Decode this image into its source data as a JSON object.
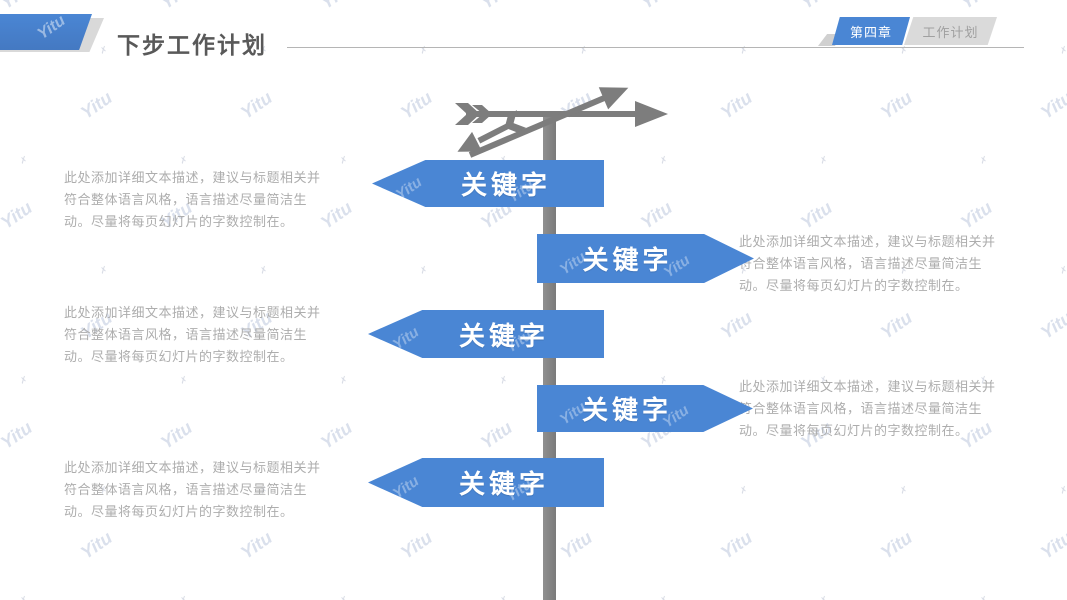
{
  "watermark": {
    "text": "Yitu"
  },
  "header": {
    "title": "下步工作计划",
    "tabs": [
      {
        "label": "第四章",
        "active": true
      },
      {
        "label": "工作计划",
        "active": false
      }
    ]
  },
  "signpost": {
    "signs": [
      {
        "label": "关键字",
        "direction": "left"
      },
      {
        "label": "关键字",
        "direction": "right"
      },
      {
        "label": "关键字",
        "direction": "left"
      },
      {
        "label": "关键字",
        "direction": "right"
      },
      {
        "label": "关键字",
        "direction": "left"
      }
    ]
  },
  "paragraphs": {
    "left": [
      "此处添加详细文本描述，建议与标题相关并符合整体语言风格，语言描述尽量简洁生动。尽量将每页幻灯片的字数控制在。",
      "此处添加详细文本描述，建议与标题相关并符合整体语言风格，语言描述尽量简洁生动。尽量将每页幻灯片的字数控制在。",
      "此处添加详细文本描述，建议与标题相关并符合整体语言风格，语言描述尽量简洁生动。尽量将每页幻灯片的字数控制在。"
    ],
    "right": [
      "此处添加详细文本描述，建议与标题相关并符合整体语言风格，语言描述尽量简洁生动。尽量将每页幻灯片的字数控制在。",
      "此处添加详细文本描述，建议与标题相关并符合整体语言风格，语言描述尽量简洁生动。尽量将每页幻灯片的字数控制在。"
    ]
  },
  "colors": {
    "accent_blue": "#4a86d4",
    "pole_gray": "#828282",
    "title_gray": "#595959",
    "body_gray": "#adadad"
  }
}
